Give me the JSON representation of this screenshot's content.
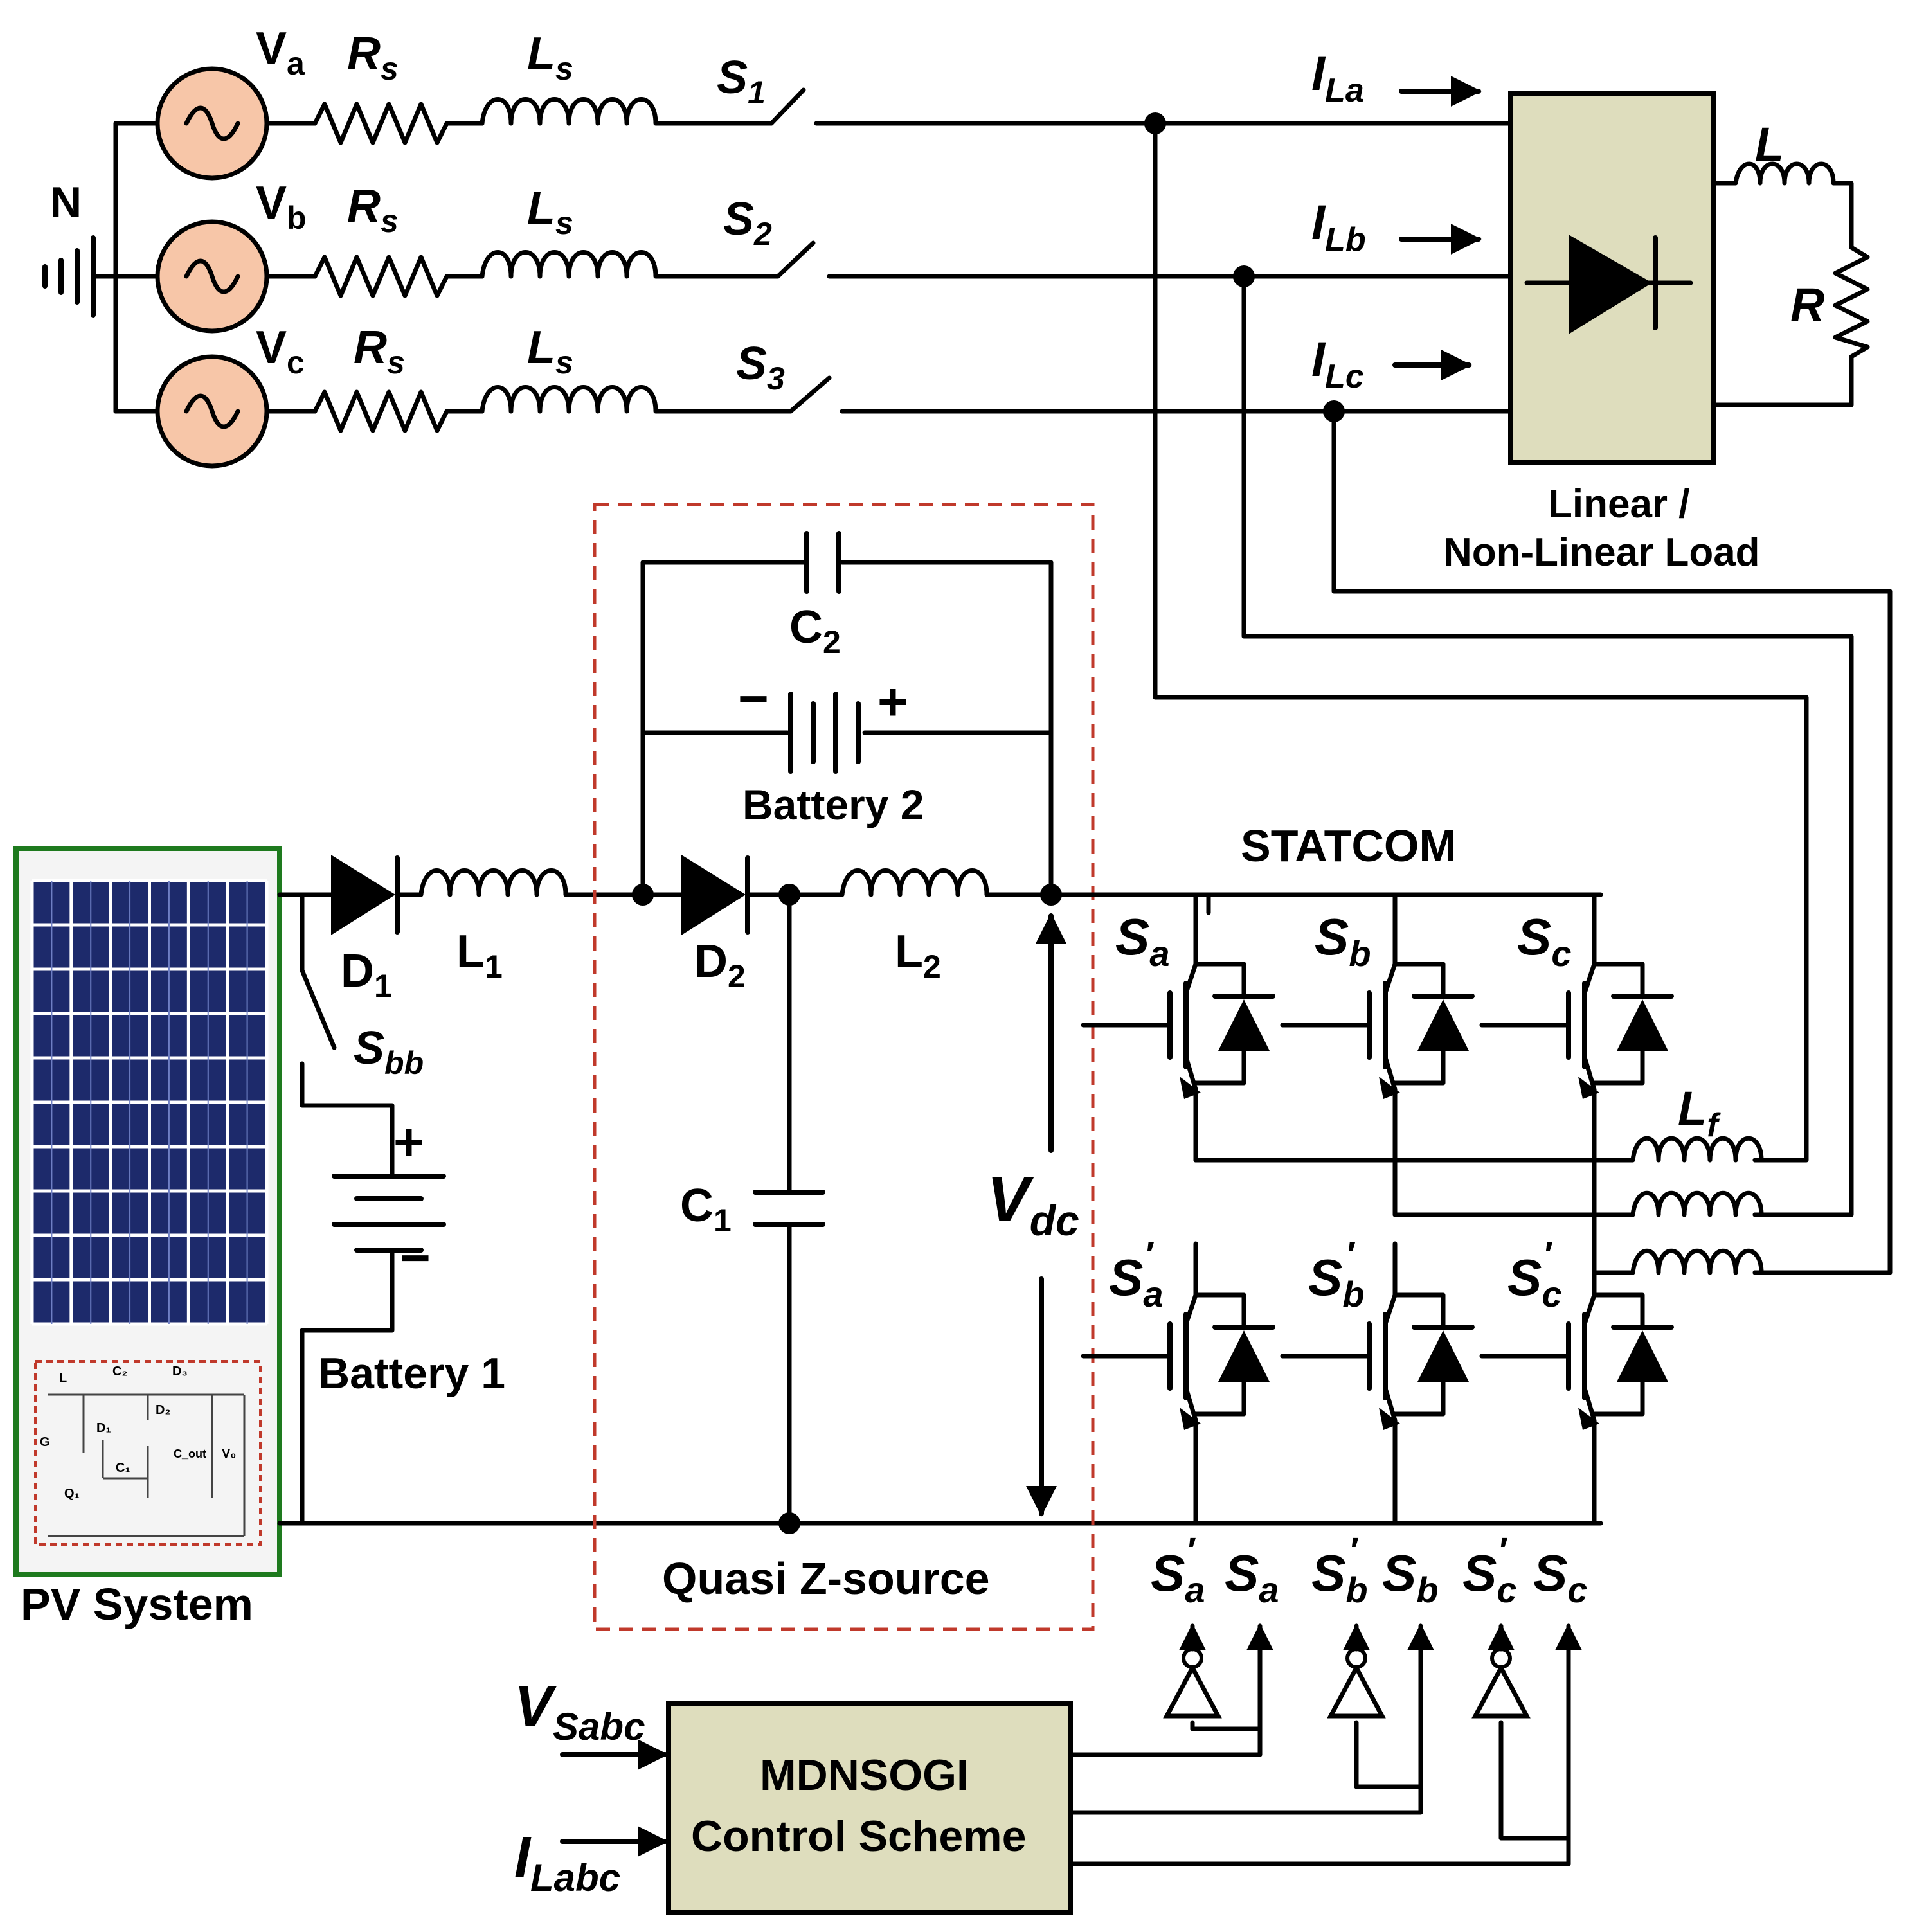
{
  "colors": {
    "source_fill": "#f7c6a8",
    "source_stroke": "#000000",
    "load_box_fill": "#deddbd",
    "control_box_fill": "#deddbd",
    "pv_frame": "#1e7a1e",
    "pv_cell": "#1d2a6b",
    "pv_cell_line": "#6f7fc4",
    "qz_dash": "#c0392b",
    "wire": "#000000"
  },
  "source": {
    "neutral_label": "N",
    "phases": [
      {
        "v": "V",
        "v_sub": "a",
        "r": "R",
        "r_sub": "s",
        "l": "L",
        "l_sub": "s",
        "s": "S",
        "s_sub": "1",
        "il": "I",
        "il_sub": "La"
      },
      {
        "v": "V",
        "v_sub": "b",
        "r": "R",
        "r_sub": "s",
        "l": "L",
        "l_sub": "s",
        "s": "S",
        "s_sub": "2",
        "il": "I",
        "il_sub": "Lb"
      },
      {
        "v": "V",
        "v_sub": "c",
        "r": "R",
        "r_sub": "s",
        "l": "L",
        "l_sub": "s",
        "s": "S",
        "s_sub": "3",
        "il": "I",
        "il_sub": "Lc"
      }
    ]
  },
  "load": {
    "title_line1": "Linear /",
    "title_line2": "Non-Linear Load",
    "l_label": "L",
    "r_label": "R"
  },
  "qzs": {
    "title": "Quasi Z-source",
    "c2": "C",
    "c2_sub": "2",
    "battery2": "Battery 2",
    "battery2_minus": "−",
    "battery2_plus": "+",
    "d2": "D",
    "d2_sub": "2",
    "l2": "L",
    "l2_sub": "2",
    "c1": "C",
    "c1_sub": "1",
    "vdc": "V",
    "vdc_sub": "dc"
  },
  "pv": {
    "title": "PV System",
    "d1": "D",
    "d1_sub": "1",
    "l1": "L",
    "l1_sub": "1",
    "sbb": "S",
    "sbb_sub": "bb",
    "battery1": "Battery 1",
    "battery1_plus": "+",
    "battery1_minus": "−",
    "inset": {
      "L": "L",
      "C2": "C₂",
      "D3": "D₃",
      "D1": "D₁",
      "D2": "D₂",
      "C1": "C₁",
      "Cout": "C_out",
      "Vo": "V₀",
      "G": "G",
      "Q1": "Q₁"
    }
  },
  "statcom": {
    "title": "STATCOM",
    "lf": "L",
    "lf_sub": "f",
    "upper": [
      {
        "s": "S",
        "sub": "a"
      },
      {
        "s": "S",
        "sub": "b"
      },
      {
        "s": "S",
        "sub": "c"
      }
    ],
    "lower": [
      {
        "s": "S",
        "sub": "a",
        "prime": "′"
      },
      {
        "s": "S",
        "sub": "b",
        "prime": "′"
      },
      {
        "s": "S",
        "sub": "c",
        "prime": "′"
      }
    ]
  },
  "gates": [
    {
      "neg": "S",
      "neg_sub": "a",
      "neg_prime": "′",
      "pos": "S",
      "pos_sub": "a"
    },
    {
      "neg": "S",
      "neg_sub": "b",
      "neg_prime": "′",
      "pos": "S",
      "pos_sub": "b"
    },
    {
      "neg": "S",
      "neg_sub": "c",
      "neg_prime": "′",
      "pos": "S",
      "pos_sub": "c"
    }
  ],
  "control": {
    "title_line1": "MDNSOGI",
    "title_line2": "Control Scheme",
    "in1": "V",
    "in1_sub": "Sabc",
    "in2": "I",
    "in2_sub": "Labc"
  }
}
